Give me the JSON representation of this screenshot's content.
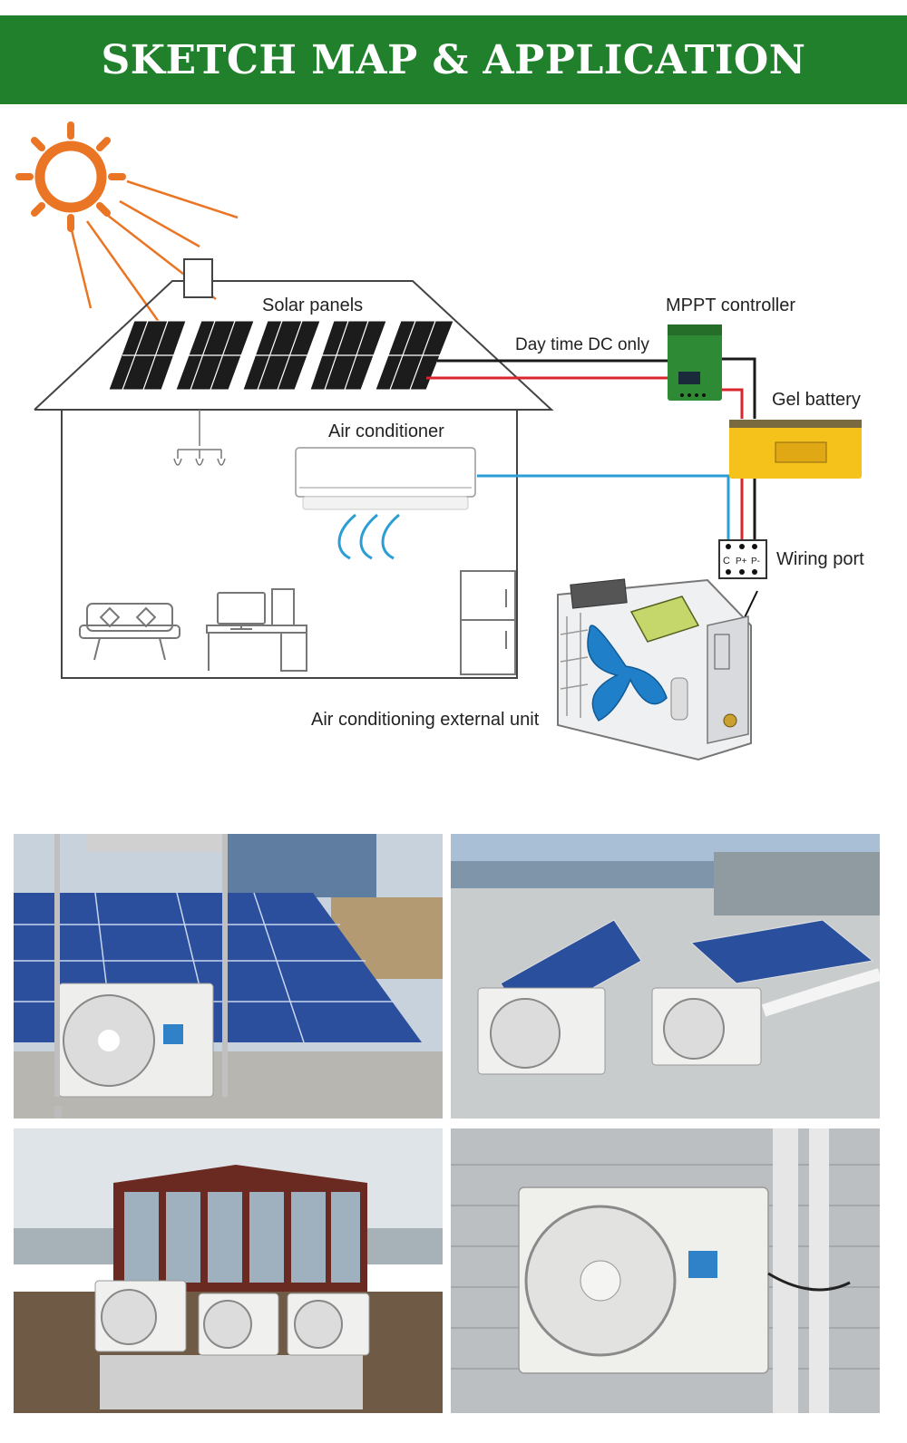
{
  "banner": {
    "title": "SKETCH MAP & APPLICATION"
  },
  "diagram": {
    "labels": {
      "solar_panels": "Solar panels",
      "mppt_controller": "MPPT controller",
      "day_time_dc": "Day time DC only",
      "gel_battery": "Gel battery",
      "air_conditioner": "Air conditioner",
      "wiring_port": "Wiring port",
      "external_unit": "Air conditioning external unit",
      "port_c": "C",
      "port_p_plus": "P+",
      "port_p_minus": "P-"
    },
    "colors": {
      "sun": "#ea7524",
      "wire_red": "#d9252c",
      "wire_black": "#1a1a1a",
      "wire_blue": "#2b9ed6",
      "panel": "#1c1c1c",
      "controller": "#2e8a35",
      "battery": "#f5c21b",
      "fan_blue": "#1f7fc8"
    }
  },
  "photos": [
    {
      "name": "rooftop-panels-single-unit"
    },
    {
      "name": "rooftop-tilted-panels-two-units"
    },
    {
      "name": "sunroom-three-units"
    },
    {
      "name": "wall-mounted-unit"
    }
  ]
}
